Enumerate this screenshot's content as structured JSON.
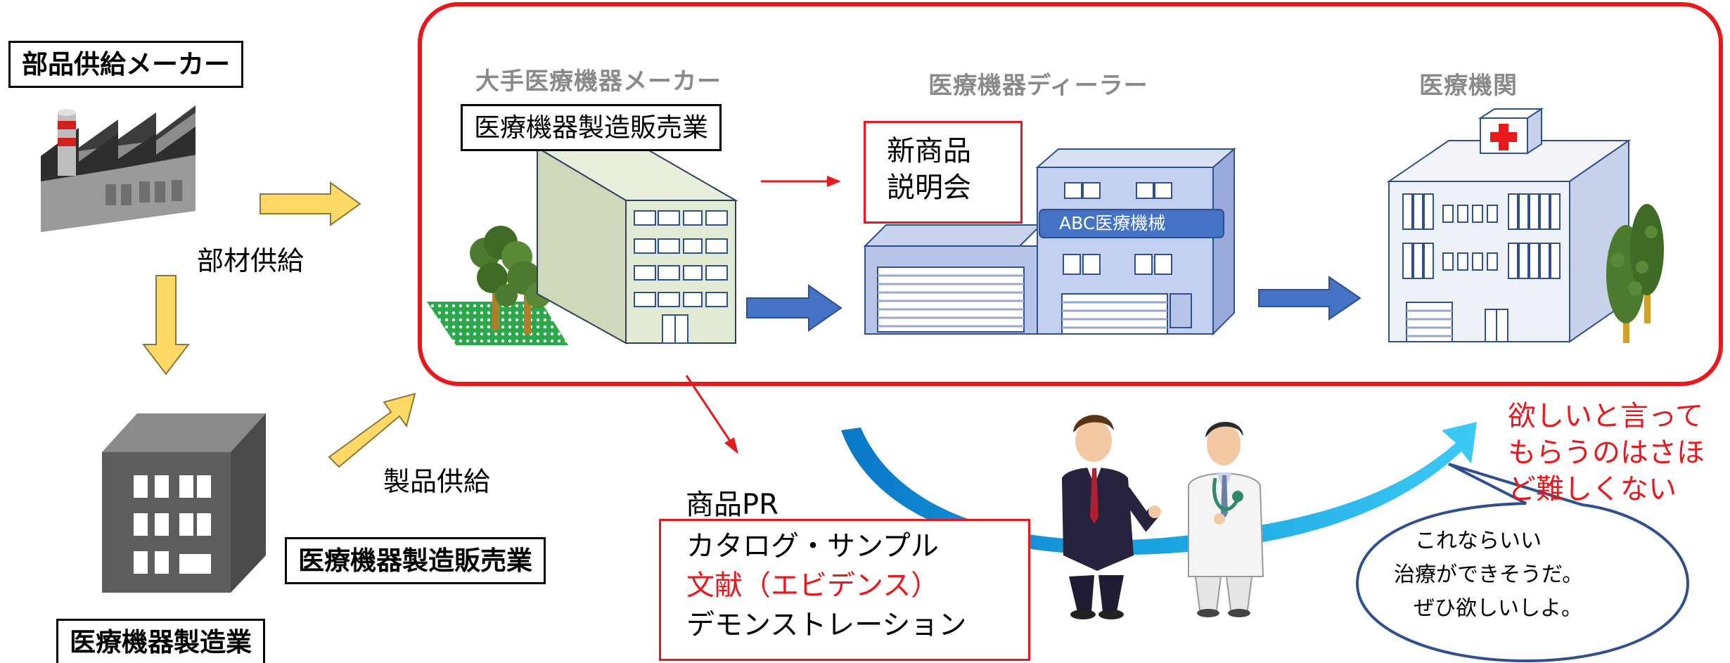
{
  "left": {
    "supplier_label": "部品供給メーカー",
    "material_supply": "部材供給",
    "product_supply": "製品供給",
    "mfg_sales_label": "医療機器製造販売業",
    "mfg_label": "医療機器製造業"
  },
  "top": {
    "maker_heading": "大手医療機器メーカー",
    "maker_box": "医療機器製造販売業",
    "dealer_heading": "医療機器ディーラー",
    "dealer_sign": "ABC医療機械",
    "briefing": [
      "新商品",
      "説明会"
    ],
    "hospital_heading": "医療機関"
  },
  "promo": {
    "title": "商品PR",
    "items": [
      "カタログ・サンプル",
      "文献（エビデンス）",
      "デモンストレーション"
    ]
  },
  "speech": [
    "これならいい",
    "治療ができそうだ。",
    "ぜひ欲しいしよ。"
  ],
  "note": [
    "欲しいと言って",
    "もらうのはさほ",
    "ど難しくない"
  ],
  "colors": {
    "frame_red": "#e8191d",
    "flow_arrow": "#4472c4",
    "supply_arrow_fill": "#ffd966",
    "curve_arrow": "#1aa3e0",
    "speech_border": "#2f4f8f"
  }
}
